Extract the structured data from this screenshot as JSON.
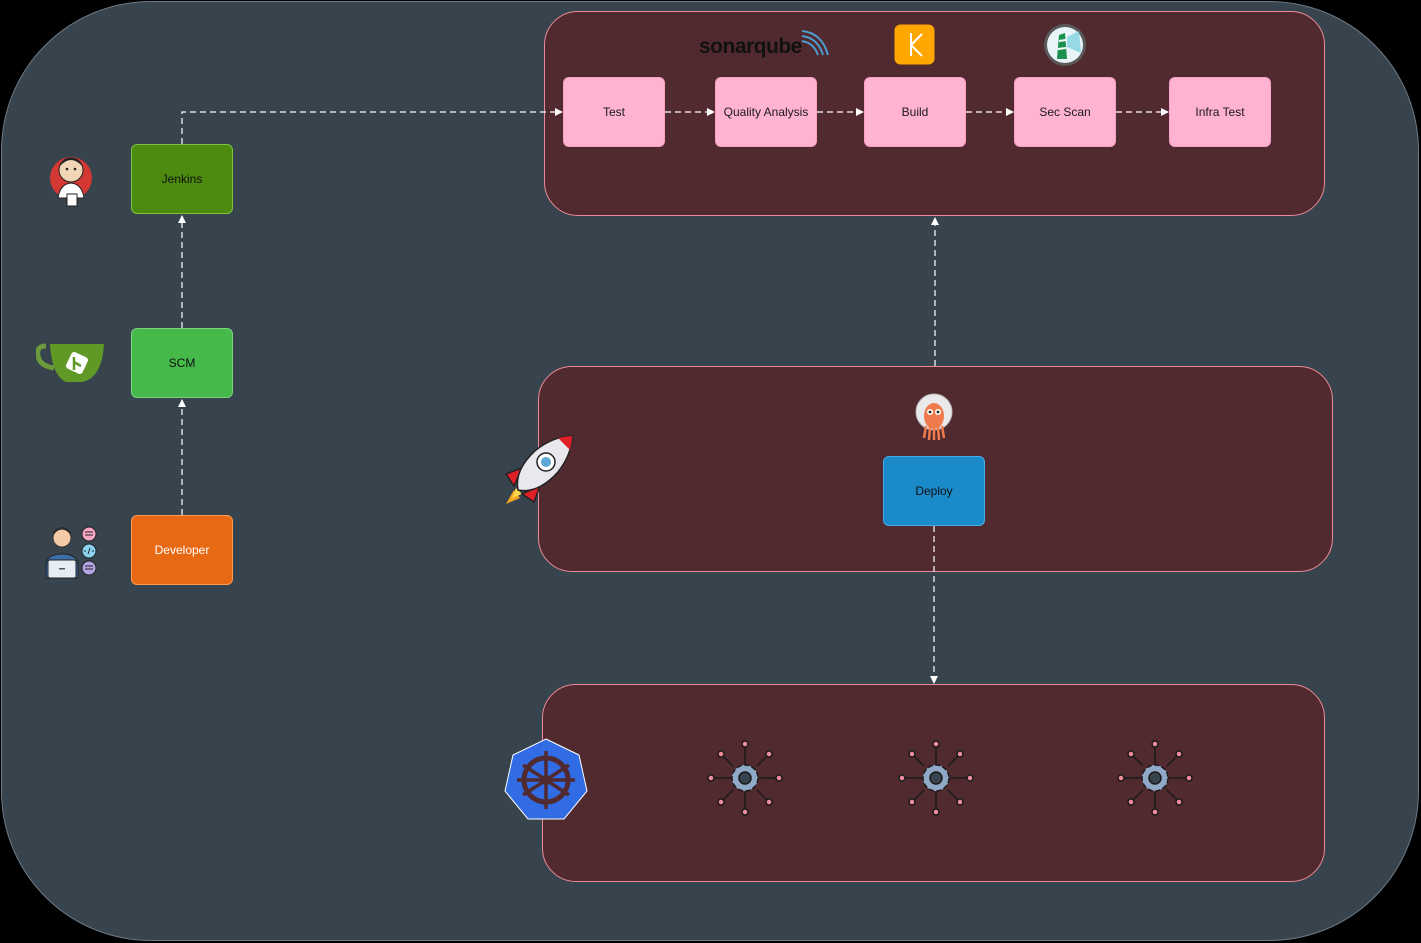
{
  "nodes": {
    "developer": "Developer",
    "scm": "SCM",
    "jenkins": "Jenkins",
    "test": "Test",
    "quality": "Quality Analysis",
    "build": "Build",
    "secscan": "Sec Scan",
    "infratest": "Infra Test",
    "deploy": "Deploy"
  },
  "logos": {
    "sonarqube": "sonarqube"
  },
  "icons": [
    "developer-icon",
    "gitea-icon",
    "jenkins-icon",
    "sonarqube-logo",
    "kaniko-icon",
    "trivy-icon",
    "argo-icon",
    "rocket-icon",
    "kubernetes-icon",
    "node-gear-icon"
  ],
  "colors": {
    "canvas": "#37434d",
    "group_fill": "#502a2e",
    "group_border": "#ea8b97",
    "stage": "#ffb3d0",
    "jenkins": "#4d8a10",
    "scm": "#45b94a",
    "developer": "#e86913",
    "deploy": "#1a8ac8",
    "arrow": "#ffffff"
  }
}
